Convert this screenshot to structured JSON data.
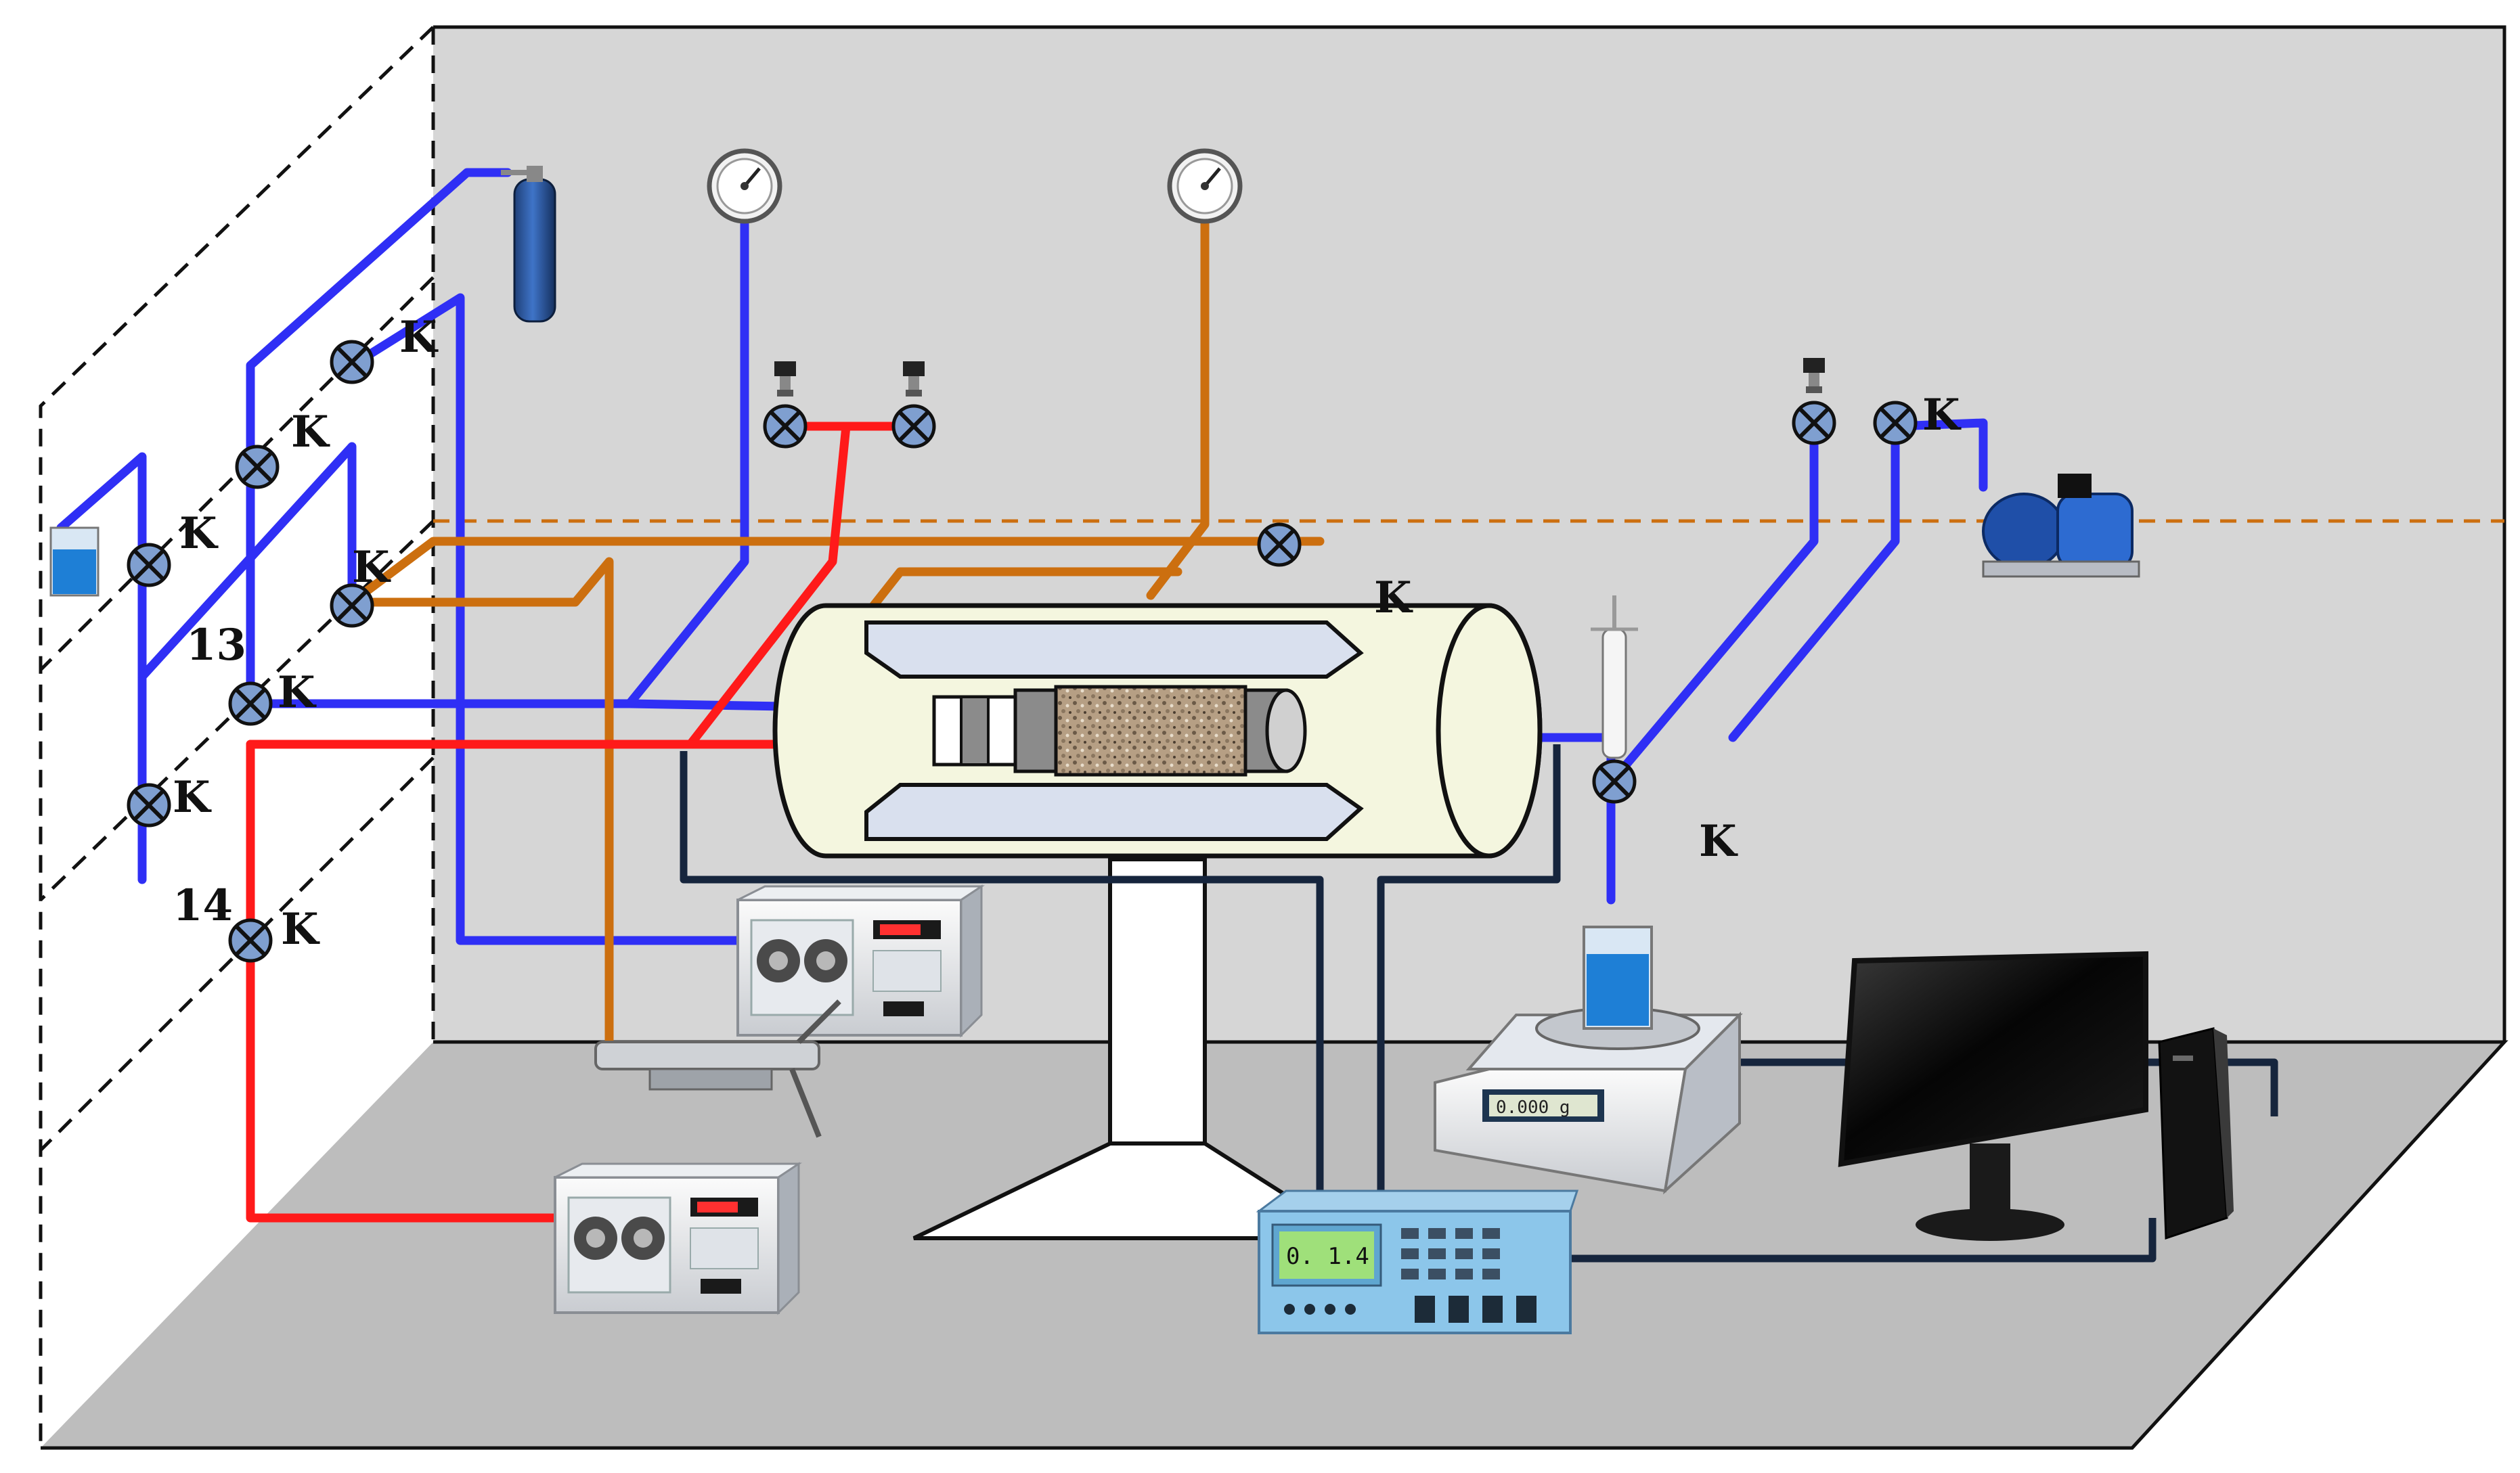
{
  "colors": {
    "wall": "#d6d6d6",
    "floor": "#bdbdbd",
    "gas_line": "#2f2ff5",
    "oil_line": "#cc6f0f",
    "water_line": "#ff1a1a",
    "signal_wire": "#16253d",
    "valve_fill": "#7f9fd0",
    "holder_fill": "#f4f6df",
    "piston_fill": "#d9e0ee",
    "core_fill": "#b69f84"
  },
  "labels": {
    "valve_k": "K",
    "number_13": "13",
    "number_14": "14"
  },
  "icons": {
    "valve": "valve-crossed-circle-icon",
    "pressure_gauge": "pressure-gauge-icon",
    "pressure_sensor": "pressure-sensor-icon",
    "gas_cylinder": "gas-cylinder-icon",
    "vacuum_pump": "vacuum-pump-icon",
    "beaker": "beaker-icon",
    "pump": "constant-flux-pump-icon",
    "manual_pump": "hand-pump-icon",
    "balance": "electronic-balance-icon",
    "meter": "lcr-meter-icon",
    "monitor": "monitor-icon",
    "computer": "computer-tower-icon",
    "thermometer": "thermometer-icon"
  },
  "readouts": {
    "balance_display": "0.000 g",
    "meter_display": "0.  1.4"
  }
}
